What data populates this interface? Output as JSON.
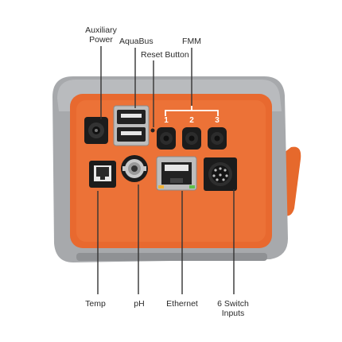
{
  "labels": {
    "auxiliary_power": [
      "Auxiliary",
      "Power"
    ],
    "aquabus": "AquaBus",
    "reset_button": "Reset Button",
    "fmm": "FMM",
    "temp": "Temp",
    "ph": "pH",
    "ethernet": "Ethernet",
    "six_switch_inputs": [
      "6 Switch",
      "Inputs"
    ]
  },
  "fmm_ports": [
    "1",
    "2",
    "3"
  ],
  "colors": {
    "housing_gray": "#a7a9ac",
    "panel_orange": "#e8692f",
    "port_black": "#1c1c1c",
    "accent_orange": "#ea6a2b"
  }
}
